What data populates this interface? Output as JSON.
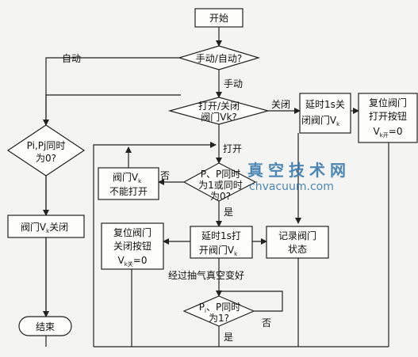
{
  "nodes": {
    "start": "开始",
    "mode_decision": "手动/自动?",
    "open_close_decision": [
      "打开/关闭",
      "阀门Vk?"
    ],
    "delay_close": [
      "延时1s关",
      "闭阀门V",
      "k"
    ],
    "reset_open_btn": [
      "复位阀门",
      "打开按钮",
      "V",
      "k开",
      "=0"
    ],
    "pipj_zero_decision": [
      "Pi,Pj同时",
      "为0?"
    ],
    "p_decision": [
      "P、P同时",
      "为1或同时",
      "为0?"
    ],
    "cannot_open": [
      "阀门V",
      "k",
      "不能打开"
    ],
    "close_valve": [
      "阀门V",
      "k",
      "关闭"
    ],
    "reset_close_btn": [
      "复位阀门",
      "关闭按钮",
      "V",
      "k关",
      "=0"
    ],
    "delay_open": [
      "延时1s打",
      "开阀门V",
      "k"
    ],
    "record_state": [
      "记录阀门",
      "状态"
    ],
    "p_both_one_decision": [
      "P",
      "i",
      "、P同时",
      "为1?"
    ],
    "end": "结束"
  },
  "edge_labels": {
    "auto": "自动",
    "manual": "手动",
    "close": "关闭",
    "open": "打开",
    "no_1": "否",
    "yes_1": "是",
    "vacuum_good": "经过抽气真空变好",
    "no_2": "否",
    "yes_2": "是"
  },
  "watermark": {
    "line1": "真空技术网",
    "line2": "chvacuum.com"
  },
  "colors": {
    "line": "#222222",
    "background": "#f4f4f2",
    "watermark": "#2f73a8"
  }
}
